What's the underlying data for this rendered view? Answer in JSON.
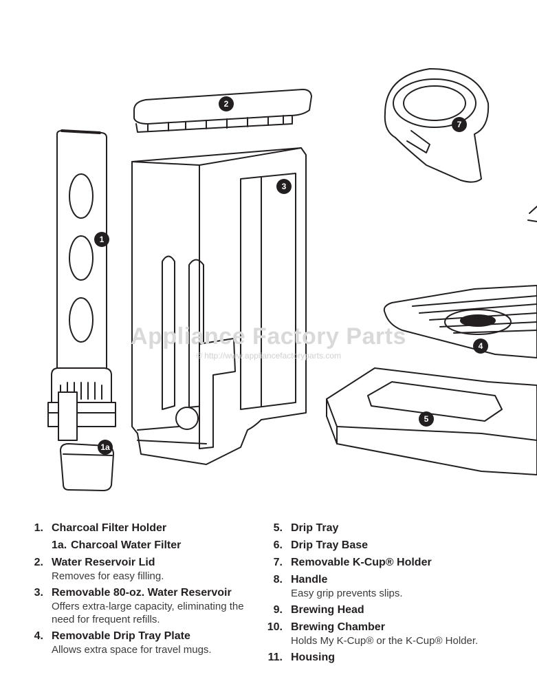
{
  "callouts": [
    "1",
    "1a",
    "2",
    "3",
    "4",
    "5",
    "7"
  ],
  "watermark": {
    "text": "Appliance Factory Parts",
    "url": "© http://www.appliancefactoryparts.com"
  },
  "parts_left": [
    {
      "num": "1.",
      "name": "Charcoal Filter Holder",
      "desc": ""
    },
    {
      "num": "1a.",
      "name": "Charcoal Water Filter",
      "desc": "",
      "sub": true
    },
    {
      "num": "2.",
      "name": "Water Reservoir Lid",
      "desc": "Removes for easy filling."
    },
    {
      "num": "3.",
      "name": "Removable 80-oz. Water Reservoir",
      "desc": "Offers extra-large capacity, eliminating the need for frequent refills."
    },
    {
      "num": "4.",
      "name": "Removable Drip Tray Plate",
      "desc": "Allows extra space for travel mugs."
    }
  ],
  "parts_right": [
    {
      "num": "5.",
      "name": "Drip Tray",
      "desc": ""
    },
    {
      "num": "6.",
      "name": "Drip Tray Base",
      "desc": ""
    },
    {
      "num": "7.",
      "name": "Removable K-Cup® Holder",
      "desc": ""
    },
    {
      "num": "8.",
      "name": "Handle",
      "desc": "Easy grip prevents slips."
    },
    {
      "num": "9.",
      "name": "Brewing Head",
      "desc": ""
    },
    {
      "num": "10.",
      "name": "Brewing Chamber",
      "desc": "Holds My K-Cup® or the K-Cup® Holder."
    },
    {
      "num": "11.",
      "name": "Housing",
      "desc": ""
    }
  ]
}
